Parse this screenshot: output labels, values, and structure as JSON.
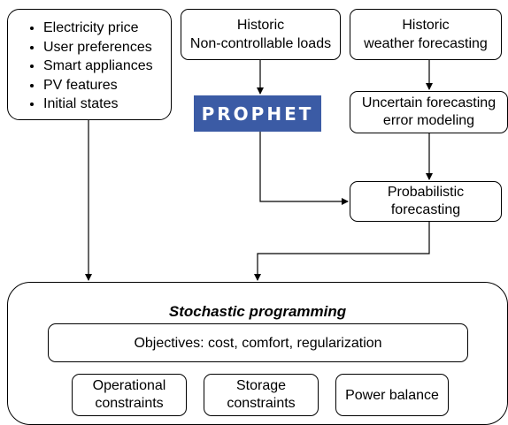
{
  "inputs": {
    "items": [
      "Electricity price",
      "User preferences",
      "Smart appliances",
      "PV features",
      "Initial states"
    ]
  },
  "historic_loads": {
    "lines": [
      "Historic",
      "Non-controllable loads"
    ]
  },
  "historic_weather": {
    "lines": [
      "Historic",
      "weather forecasting"
    ]
  },
  "prophet_logo": {
    "text": "PROPHET",
    "color": "#3b5ba5"
  },
  "uncertain_error": {
    "lines": [
      "Uncertain forecasting",
      "error modeling"
    ]
  },
  "probabilistic": {
    "lines": [
      "Probabilistic",
      "forecasting"
    ]
  },
  "stochastic": {
    "title": "Stochastic programming",
    "objectives": "Objectives: cost, comfort, regularization",
    "operational": [
      "Operational",
      "constraints"
    ],
    "storage": [
      "Storage",
      "constraints"
    ],
    "power_balance": "Power balance"
  }
}
